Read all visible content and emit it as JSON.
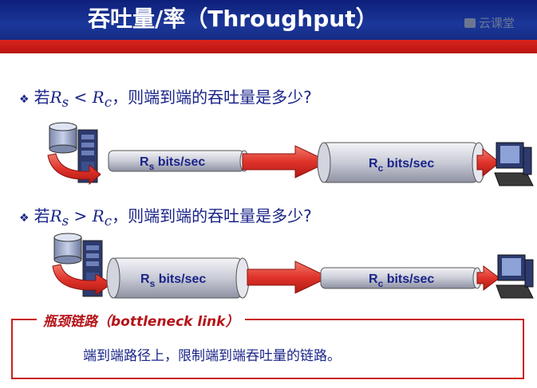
{
  "title": "吞吐量/率（Throughput）",
  "logo_text": "云课堂",
  "questions": [
    {
      "prefix": "若",
      "rs": "R",
      "rs_sub": "s",
      "op": " < ",
      "rc": "R",
      "rc_sub": "c",
      "suffix": "，则端到端的吞吐量是多少?"
    },
    {
      "prefix": "若",
      "rs": "R",
      "rs_sub": "s",
      "op": " > ",
      "rc": "R",
      "rc_sub": "c",
      "suffix": "，则端到端的吞吐量是多少?"
    }
  ],
  "pipes": {
    "rs_label": "R",
    "rs_sub": "s",
    "rc_label": "R",
    "rc_sub": "c",
    "unit": " bits/sec"
  },
  "callout": {
    "title": "瓶颈链路（bottleneck link）",
    "body": "端到端路径上，限制端到端吞吐量的链路。"
  },
  "colors": {
    "title_bg": "#1b3799",
    "red_band": "#c8201a",
    "text_blue": "#1a2488",
    "arrow_red": "#d9241f"
  }
}
